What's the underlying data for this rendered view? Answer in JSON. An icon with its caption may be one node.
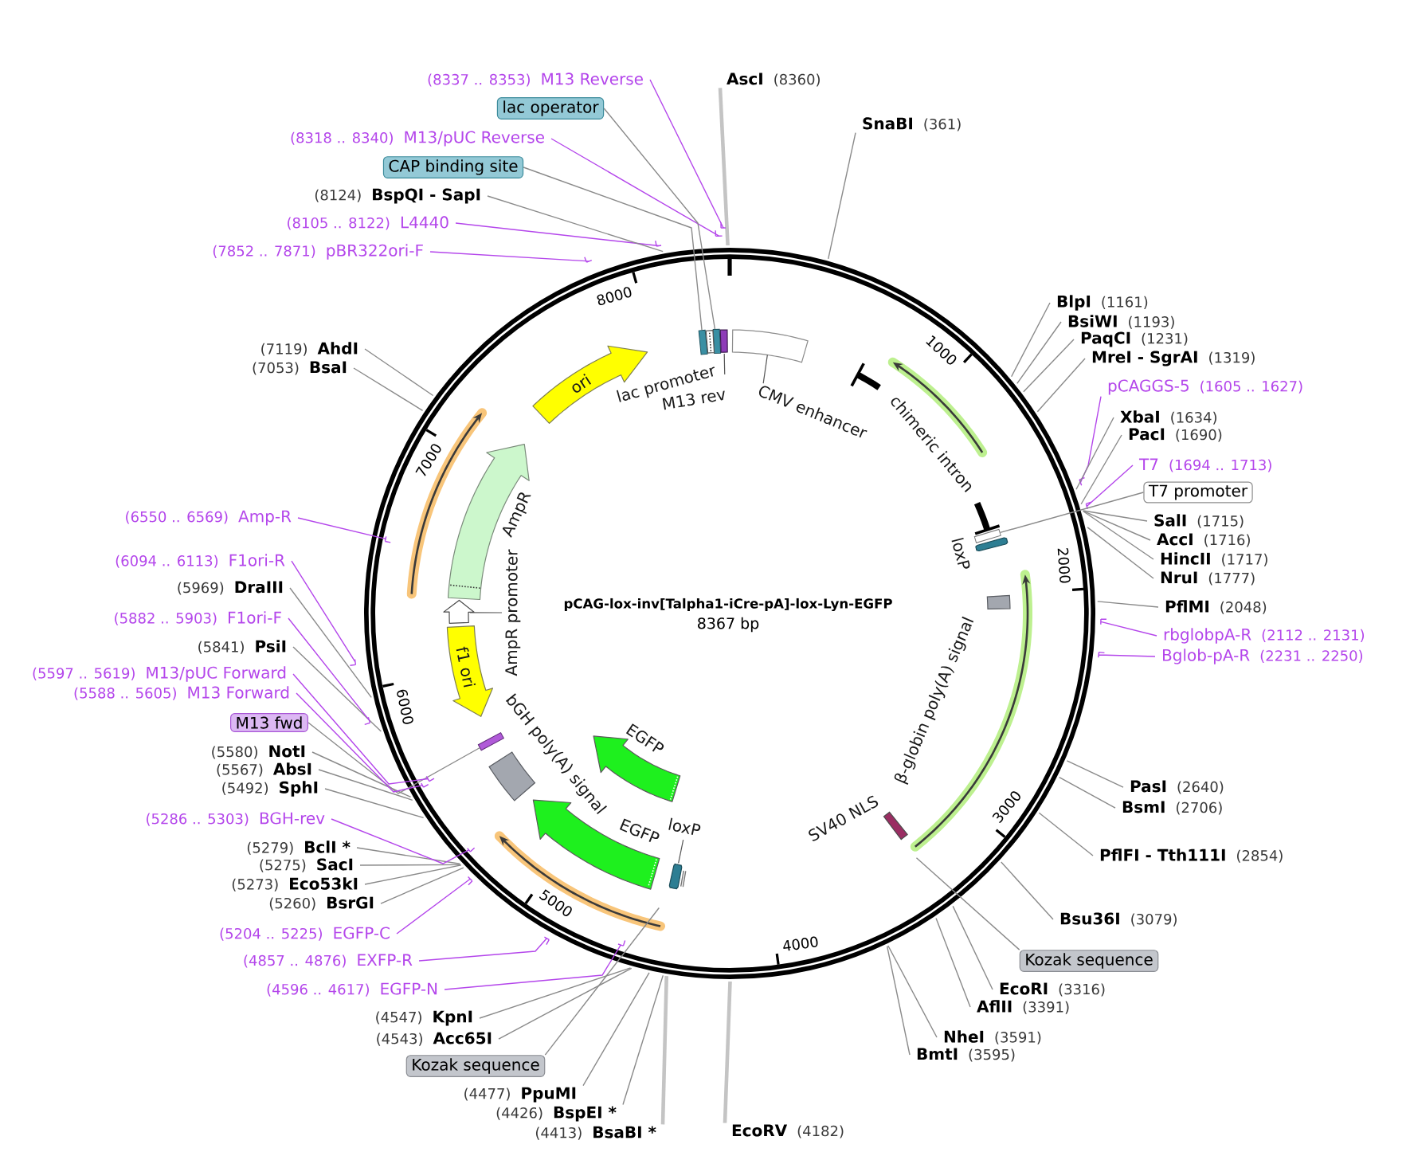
{
  "diagram": {
    "title": "pCAG-lox-inv[Talpha1-iCre-pA]-lox-Lyn-EGFP",
    "nodes": [
      {
        "text": [
          "AscI",
          "(8360)"
        ]
      },
      {
        "text": [
          "SnaBI",
          "(361)"
        ]
      },
      {
        "text": [
          "BlpI",
          "(1161)"
        ]
      },
      {
        "text": [
          "BsiWI",
          "(1193)"
        ]
      },
      {
        "text": [
          "PaqCI",
          "(1231)"
        ]
      },
      {
        "text": [
          "MreI - SgrAI",
          "(1319)"
        ]
      },
      {
        "text": [
          "pCAGGS-5",
          "(1605 .. 1627)"
        ]
      },
      {
        "text": [
          "XbaI",
          "(1634)"
        ]
      },
      {
        "text": [
          "PacI",
          "(1690)"
        ]
      },
      {
        "text": [
          "T7",
          "(1694 .. 1713)"
        ]
      },
      {
        "text": [
          "T7 promoter"
        ]
      },
      {
        "text": [
          "SalI",
          "(1715)"
        ]
      },
      {
        "text": [
          "AccI",
          "(1716)"
        ]
      },
      {
        "text": [
          "HincII",
          "(1717)"
        ]
      },
      {
        "text": [
          "NruI",
          "(1777)"
        ]
      },
      {
        "text": [
          "PflMI",
          "(2048)"
        ]
      },
      {
        "text": [
          "rbglobpA-R",
          "(2112 .. 2131)"
        ]
      },
      {
        "text": [
          "Bglob-pA-R",
          "(2231 .. 2250)"
        ]
      },
      {
        "text": [
          "PasI",
          "(2640)"
        ]
      },
      {
        "text": [
          "BsmI",
          "(2706)"
        ]
      },
      {
        "text": [
          "PflFI - Tth111I",
          "(2854)"
        ]
      },
      {
        "text": [
          "Bsu36I",
          "(3079)"
        ]
      },
      {
        "text": [
          "Kozak sequence"
        ]
      },
      {
        "text": [
          "EcoRI",
          "(3316)"
        ]
      },
      {
        "text": [
          "AflII",
          "(3391)"
        ]
      },
      {
        "text": [
          "NheI",
          "(3591)"
        ]
      },
      {
        "text": [
          "BmtI",
          "(3595)"
        ]
      },
      {
        "text": [
          "EcoRV",
          "(4182)"
        ]
      },
      {
        "text": [
          "(4413)",
          "BsaBI *"
        ]
      },
      {
        "text": [
          "(4426)",
          "BspEI *"
        ]
      },
      {
        "text": [
          "(4477)",
          "PpuMI"
        ]
      },
      {
        "text": [
          "Kozak sequence"
        ]
      },
      {
        "text": [
          "(4543)",
          "Acc65I"
        ]
      },
      {
        "text": [
          "(4547)",
          "KpnI"
        ]
      },
      {
        "text": [
          "(4596 .. 4617)",
          "EGFP-N"
        ]
      },
      {
        "text": [
          "(4857 .. 4876)",
          "EXFP-R"
        ]
      },
      {
        "text": [
          "(5204 .. 5225)",
          "EGFP-C"
        ]
      },
      {
        "text": [
          "(5260)",
          "BsrGI"
        ]
      },
      {
        "text": [
          "(5273)",
          "Eco53kI"
        ]
      },
      {
        "text": [
          "(5275)",
          "SacI"
        ]
      },
      {
        "text": [
          "(5279)",
          "BclI *"
        ]
      },
      {
        "text": [
          "(5286 .. 5303)",
          "BGH-rev"
        ]
      },
      {
        "text": [
          "(5492)",
          "SphI"
        ]
      },
      {
        "text": [
          "(5567)",
          "AbsI"
        ]
      },
      {
        "text": [
          "(5580)",
          "NotI"
        ]
      },
      {
        "text": [
          "M13 fwd"
        ]
      },
      {
        "text": [
          "(5588 .. 5605)",
          "M13 Forward"
        ]
      },
      {
        "text": [
          "(5597 .. 5619)",
          "M13/pUC Forward"
        ]
      },
      {
        "text": [
          "(5841)",
          "PsiI"
        ]
      },
      {
        "text": [
          "(5882 .. 5903)",
          "F1ori-F"
        ]
      },
      {
        "text": [
          "(5969)",
          "DraIII"
        ]
      },
      {
        "text": [
          "(6094 .. 6113)",
          "F1ori-R"
        ]
      },
      {
        "text": [
          "(6550 .. 6569)",
          "Amp-R"
        ]
      },
      {
        "text": [
          "(7053)",
          "BsaI"
        ]
      },
      {
        "text": [
          "(7119)",
          "AhdI"
        ]
      },
      {
        "text": [
          "(7852 .. 7871)",
          "pBR322ori-F"
        ]
      },
      {
        "text": [
          "(8105 .. 8122)",
          "L4440"
        ]
      },
      {
        "text": [
          "(8124)",
          "BspQI - SapI"
        ]
      },
      {
        "text": [
          "CAP binding site"
        ]
      },
      {
        "text": [
          "(8318 .. 8340)",
          "M13/pUC Reverse"
        ]
      },
      {
        "text": [
          "lac operator"
        ]
      },
      {
        "text": [
          "(8337 .. 8353)",
          "M13 Reverse"
        ]
      },
      {
        "text": [
          "CMV enhancer"
        ]
      },
      {
        "text": [
          "chimeric intron"
        ]
      },
      {
        "text": [
          "loxP"
        ]
      },
      {
        "text": [
          "β-globin poly(A) signal"
        ]
      },
      {
        "text": [
          "SV40 NLS"
        ]
      },
      {
        "text": [
          "EGFP"
        ]
      },
      {
        "text": [
          "EGFP"
        ]
      },
      {
        "text": [
          "loxP"
        ]
      },
      {
        "text": [
          "bGH poly(A) signal"
        ]
      },
      {
        "text": [
          "f1 ori"
        ]
      },
      {
        "text": [
          "AmpR promoter"
        ]
      },
      {
        "text": [
          "AmpR"
        ]
      },
      {
        "text": [
          "ori"
        ]
      },
      {
        "text": [
          "lac promoter"
        ]
      },
      {
        "text": [
          "M13 rev"
        ]
      },
      {
        "text": [],
        "shape": "box"
      },
      {
        "text": [],
        "shape": "box"
      },
      {
        "text": [],
        "shape": "box"
      },
      {
        "text": [],
        "shape": "box"
      }
    ],
    "edges": [
      {
        "from": 0,
        "to": null,
        "arrow": "none",
        "style": "thick",
        "color": "#c4c4c4"
      },
      {
        "from": 1,
        "to": null,
        "arrow": "none"
      },
      {
        "from": 2,
        "to": null,
        "arrow": "none"
      },
      {
        "from": 3,
        "to": null,
        "arrow": "none"
      },
      {
        "from": 4,
        "to": null,
        "arrow": "none"
      },
      {
        "from": 5,
        "to": null,
        "arrow": "none"
      },
      {
        "from": 6,
        "to": null,
        "arrow": "none",
        "color": "#b446eb"
      },
      {
        "from": 7,
        "to": null,
        "arrow": "none"
      },
      {
        "from": 8,
        "to": null,
        "arrow": "none"
      },
      {
        "from": 9,
        "to": null,
        "arrow": "none",
        "color": "#b446eb"
      },
      {
        "from": 10,
        "to": 79,
        "arrow": "none"
      },
      {
        "from": 11,
        "to": null,
        "arrow": "none"
      },
      {
        "from": 12,
        "to": null,
        "arrow": "none"
      },
      {
        "from": 13,
        "to": null,
        "arrow": "none"
      },
      {
        "from": 14,
        "to": null,
        "arrow": "none"
      },
      {
        "from": 15,
        "to": null,
        "arrow": "none"
      },
      {
        "from": 16,
        "to": null,
        "arrow": "none",
        "color": "#b446eb"
      },
      {
        "from": 17,
        "to": null,
        "arrow": "none",
        "color": "#b446eb"
      },
      {
        "from": 18,
        "to": null,
        "arrow": "none"
      },
      {
        "from": 19,
        "to": null,
        "arrow": "none"
      },
      {
        "from": 20,
        "to": null,
        "arrow": "none"
      },
      {
        "from": 21,
        "to": null,
        "arrow": "none"
      },
      {
        "from": 22,
        "to": null,
        "arrow": "none"
      },
      {
        "from": 23,
        "to": null,
        "arrow": "none"
      },
      {
        "from": 24,
        "to": null,
        "arrow": "none"
      },
      {
        "from": 25,
        "to": null,
        "arrow": "none"
      },
      {
        "from": 26,
        "to": null,
        "arrow": "none"
      },
      {
        "from": 27,
        "to": null,
        "arrow": "none",
        "style": "thick",
        "color": "#c4c4c4"
      },
      {
        "from": 28,
        "to": null,
        "arrow": "none",
        "style": "thick",
        "color": "#c4c4c4"
      },
      {
        "from": 29,
        "to": null,
        "arrow": "none"
      },
      {
        "from": 30,
        "to": null,
        "arrow": "none"
      },
      {
        "from": 31,
        "to": null,
        "arrow": "none"
      },
      {
        "from": 32,
        "to": null,
        "arrow": "none"
      },
      {
        "from": 33,
        "to": null,
        "arrow": "none"
      },
      {
        "from": 34,
        "to": null,
        "arrow": "none",
        "color": "#b446eb"
      },
      {
        "from": 35,
        "to": null,
        "arrow": "none",
        "color": "#b446eb"
      },
      {
        "from": 36,
        "to": null,
        "arrow": "none",
        "color": "#b446eb"
      },
      {
        "from": 37,
        "to": null,
        "arrow": "none"
      },
      {
        "from": 38,
        "to": null,
        "arrow": "none"
      },
      {
        "from": 39,
        "to": null,
        "arrow": "none"
      },
      {
        "from": 40,
        "to": null,
        "arrow": "none"
      },
      {
        "from": 41,
        "to": null,
        "arrow": "none",
        "color": "#b446eb"
      },
      {
        "from": 42,
        "to": null,
        "arrow": "none"
      },
      {
        "from": 43,
        "to": null,
        "arrow": "none"
      },
      {
        "from": 44,
        "to": null,
        "arrow": "none"
      },
      {
        "from": 45,
        "to": 80,
        "arrow": "none"
      },
      {
        "from": 46,
        "to": null,
        "arrow": "none",
        "color": "#b446eb"
      },
      {
        "from": 47,
        "to": null,
        "arrow": "none",
        "color": "#b446eb"
      },
      {
        "from": 48,
        "to": null,
        "arrow": "none"
      },
      {
        "from": 49,
        "to": null,
        "arrow": "none",
        "color": "#b446eb"
      },
      {
        "from": 50,
        "to": null,
        "arrow": "none"
      },
      {
        "from": 51,
        "to": null,
        "arrow": "none",
        "color": "#b446eb"
      },
      {
        "from": 52,
        "to": null,
        "arrow": "none",
        "color": "#b446eb"
      },
      {
        "from": 53,
        "to": null,
        "arrow": "none"
      },
      {
        "from": 54,
        "to": null,
        "arrow": "none"
      },
      {
        "from": 55,
        "to": null,
        "arrow": "none",
        "color": "#b446eb"
      },
      {
        "from": 56,
        "to": null,
        "arrow": "none",
        "color": "#b446eb"
      },
      {
        "from": 57,
        "to": null,
        "arrow": "none"
      },
      {
        "from": 58,
        "to": 77,
        "arrow": "none"
      },
      {
        "from": 59,
        "to": null,
        "arrow": "none",
        "color": "#b446eb"
      },
      {
        "from": 60,
        "to": 78,
        "arrow": "none"
      },
      {
        "from": 61,
        "to": null,
        "arrow": "none",
        "color": "#b446eb"
      }
    ],
    "labels": [
      "1000",
      "2000",
      "3000",
      "4000",
      "5000",
      "6000",
      "7000",
      "8000",
      "8367 bp"
    ]
  }
}
